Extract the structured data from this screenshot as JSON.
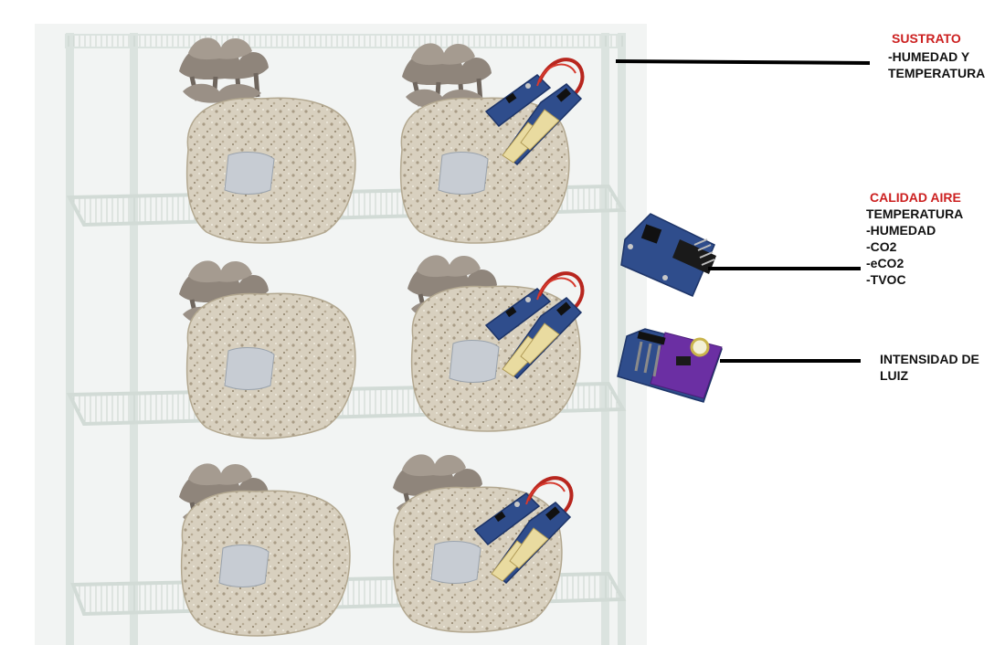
{
  "labels": {
    "sustrato": {
      "title": "SUSTRATO",
      "lines": [
        "-HUMEDAD Y",
        "TEMPERATURA"
      ]
    },
    "calidad_aire": {
      "title": "CALIDAD AIRE",
      "lines": [
        "TEMPERATURA",
        "-HUMEDAD",
        "-CO2",
        "-eCO2",
        "-TVOC"
      ]
    },
    "luz": {
      "lines": [
        "INTENSIDAD DE",
        "LUIZ"
      ]
    }
  },
  "colors": {
    "accent_title": "#cc2020",
    "shelf_frame": "#dbe3df",
    "sensor_board": "#2f4d8c",
    "light_sensor_board": "#6b2fa3",
    "substrate_bag": "#d9d2c2",
    "mushroom": "#8a7f76"
  }
}
